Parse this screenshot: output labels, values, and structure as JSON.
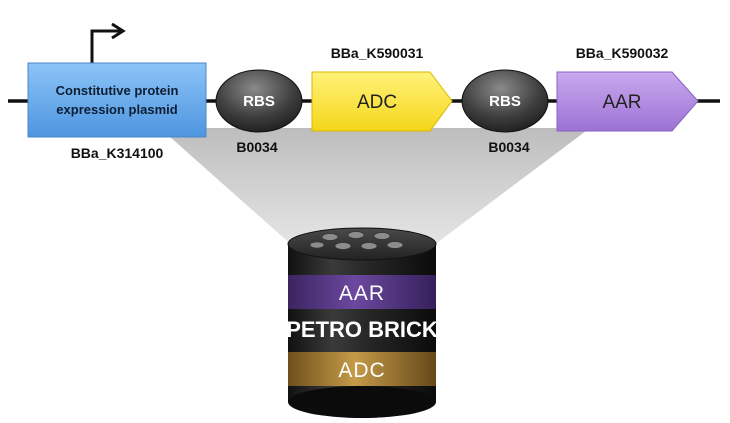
{
  "construct": {
    "promoter": {
      "label_line1": "Constitutive protein",
      "label_line2": "expression plasmid",
      "part_id": "BBa_K314100",
      "color": "#6aaef0"
    },
    "rbs1": {
      "label": "RBS",
      "part_id": "B0034"
    },
    "gene1": {
      "label": "ADC",
      "part_id": "BBa_K590031",
      "color": "#ffe83a"
    },
    "rbs2": {
      "label": "RBS",
      "part_id": "B0034"
    },
    "gene2": {
      "label": "AAR",
      "part_id": "BBa_K590032",
      "color": "#b48ee0"
    }
  },
  "brick": {
    "band_top": {
      "label": "AAR",
      "color": "#5b3a86"
    },
    "title": "PETRO BRICK",
    "band_bottom": {
      "label": "ADC",
      "color": "#b58a3c"
    }
  }
}
